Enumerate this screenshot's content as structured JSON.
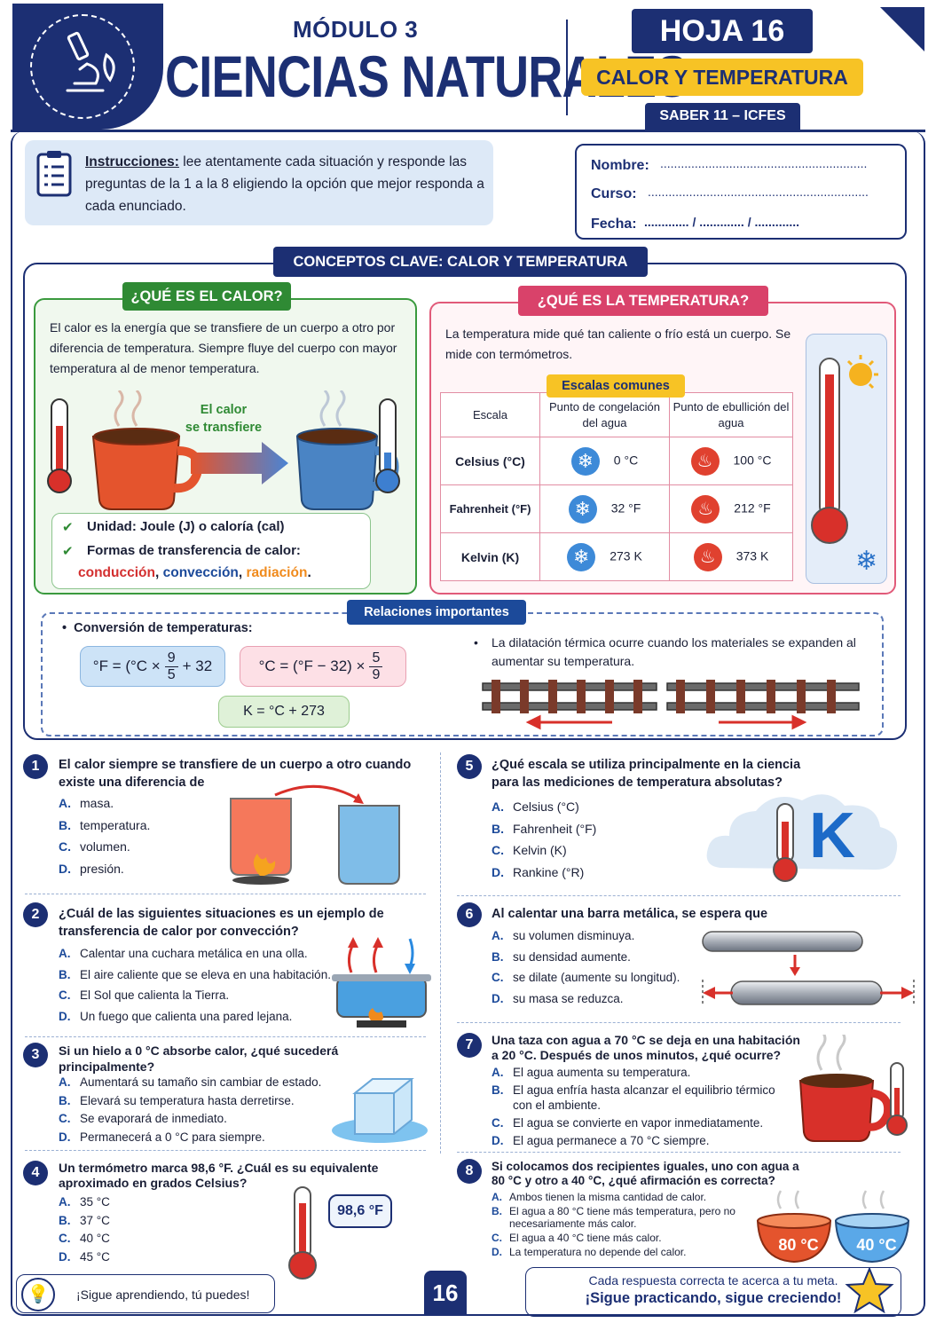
{
  "header": {
    "module": "MÓDULO 3",
    "subject": "CIENCIAS NATURALES",
    "sheet": "HOJA 16",
    "topic": "CALOR Y TEMPERATURA",
    "exam": "SABER 11 – ICFES"
  },
  "instructions": {
    "label": "Instrucciones:",
    "text": "lee atentamente cada situación y responde las preguntas de la 1 a la 8 eligiendo la opción que mejor responda a cada enunciado."
  },
  "student": {
    "name_label": "Nombre:",
    "course_label": "Curso:",
    "date_label": "Fecha:",
    "name_line": "............................................................",
    "course_line": "................................................................",
    "date_line": "............. / ............. / ............."
  },
  "concepts": {
    "title": "CONCEPTOS CLAVE: CALOR Y TEMPERATURA",
    "heat": {
      "title": "¿QUÉ ES EL CALOR?",
      "text": "El calor es la energía que se transfiere de un cuerpo a otro por diferencia de temperatura. Siempre fluye del cuerpo con mayor temperatura al de menor temperatura.",
      "arrow_label_1": "El calor",
      "arrow_label_2": "se transfiere",
      "unit": "Unidad: Joule (J) o caloría (cal)",
      "forms": "Formas de transferencia de calor:",
      "conduction": "conducción",
      "convection": "convección",
      "radiation": "radiación"
    },
    "temperature": {
      "title": "¿QUÉ ES LA TEMPERATURA?",
      "text": "La temperatura mide qué tan caliente o frío está un cuerpo. Se mide con termómetros.",
      "scales_tag": "Escalas comunes",
      "table": {
        "headers": [
          "Escala",
          "Punto de congelación del agua",
          "Punto de ebullición del agua"
        ],
        "rows": [
          {
            "scale": "Celsius (°C)",
            "freeze": "0 °C",
            "boil": "100 °C"
          },
          {
            "scale": "Fahrenheit (°F)",
            "freeze": "32 °F",
            "boil": "212 °F"
          },
          {
            "scale": "Kelvin (K)",
            "freeze": "273 K",
            "boil": "373 K"
          }
        ]
      }
    },
    "relations": {
      "title": "Relaciones importantes",
      "conv_title": "Conversión de temperaturas:",
      "f1a": "°F = (°C ×",
      "f1b": "+ 32",
      "f2a": "°C = (°F − 32) ×",
      "f3": "K = °C + 273",
      "n9": "9",
      "n5": "5",
      "dilat": "La dilatación térmica ocurre cuando los materiales se expanden al aumentar su temperatura."
    }
  },
  "questions": [
    {
      "n": "1",
      "q": "El calor siempre se transfiere de un cuerpo a otro cuando existe una diferencia de",
      "opts": [
        "masa.",
        "temperatura.",
        "volumen.",
        "presión."
      ]
    },
    {
      "n": "2",
      "q": "¿Cuál de las siguientes situaciones es un ejemplo de transferencia de calor por convección?",
      "opts": [
        "Calentar una cuchara metálica en una olla.",
        "El aire caliente que se eleva en una habitación.",
        "El Sol que calienta la Tierra.",
        "Un fuego que calienta una pared lejana."
      ]
    },
    {
      "n": "3",
      "q": "Si un hielo a 0 °C absorbe calor, ¿qué sucederá principalmente?",
      "opts": [
        "Aumentará su tamaño sin cambiar de estado.",
        "Elevará su temperatura hasta derretirse.",
        "Se evaporará de inmediato.",
        "Permanecerá a 0 °C para siempre."
      ]
    },
    {
      "n": "4",
      "q": "Un termómetro marca 98,6 °F.  ¿Cuál es su equivalente aproximado en grados Celsius?",
      "opts": [
        "35 °C",
        "37 °C",
        "40 °C",
        "45 °C"
      ],
      "bubble": "98,6 °F"
    },
    {
      "n": "5",
      "q": "¿Qué escala se utiliza principalmente en la ciencia para las mediciones de temperatura absolutas?",
      "opts": [
        "Celsius (°C)",
        "Fahrenheit (°F)",
        "Kelvin (K)",
        "Rankine (°R)"
      ],
      "big": "K"
    },
    {
      "n": "6",
      "q": "Al calentar una barra metálica, se espera que",
      "opts": [
        "su volumen disminuya.",
        "su densidad aumente.",
        "se dilate (aumente su longitud).",
        "su masa se reduzca."
      ]
    },
    {
      "n": "7",
      "q": "Una taza con agua a 70 °C se deja en una habitación a 20 °C. Después de unos minutos, ¿qué ocurre?",
      "opts": [
        "El agua aumenta su temperatura.",
        "El agua enfría hasta alcanzar el equilibrio térmico con el ambiente.",
        "El agua se convierte en vapor inmediatamente.",
        "El agua permanece a 70 °C siempre."
      ]
    },
    {
      "n": "8",
      "q": "Si colocamos dos recipientes iguales, uno con agua a 80 °C y otro a 40 °C, ¿qué afirmación es correcta?",
      "opts": [
        "Ambos tienen la misma cantidad de calor.",
        "El agua a 80 °C tiene más temperatura, pero no necesariamente más calor.",
        "El agua a 40 °C tiene más calor.",
        "La temperatura no depende del calor."
      ],
      "hot": "80 °C",
      "cold": "40 °C"
    }
  ],
  "letters": [
    "A.",
    "B.",
    "C.",
    "D."
  ],
  "footer": {
    "left": "¡Sigue aprendiendo, tú puedes!",
    "page": "16",
    "right1": "Cada respuesta correcta te acerca a tu meta.",
    "right2": "¡Sigue practicando, sigue creciendo!"
  }
}
